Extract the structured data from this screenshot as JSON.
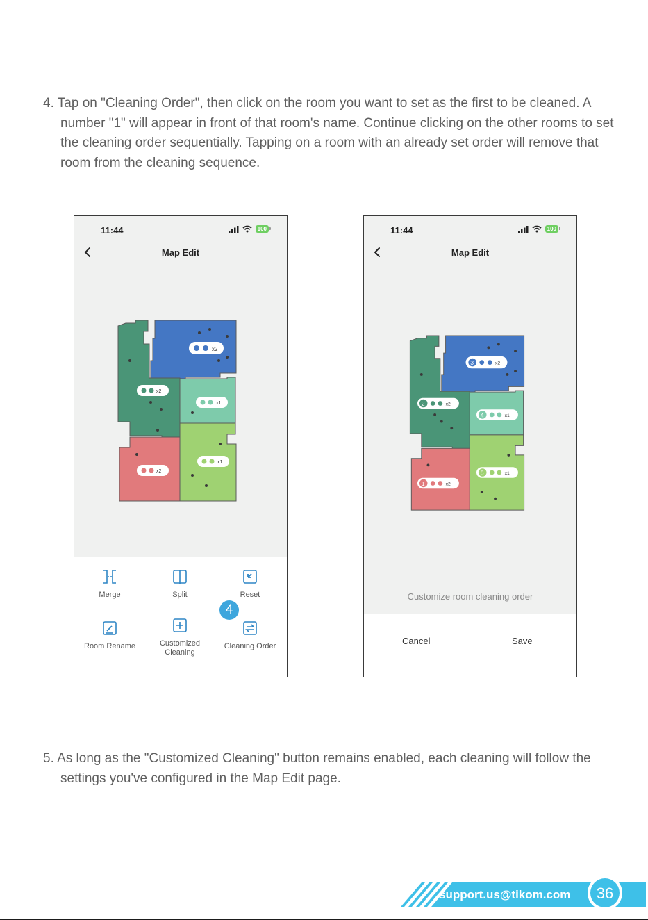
{
  "steps": {
    "step4": "4. Tap on \"Cleaning Order\", then click on the room you want to set as the first to be cleaned. A number \"1\" will appear in front of that room's name. Continue clicking on the other rooms to set the cleaning order sequentially. Tapping on a room with an already set order will remove that room from the cleaning sequence.",
    "step5": "5. As long as the \"Customized Cleaning\" button remains enabled, each cleaning will follow the settings you've configured in the Map Edit page."
  },
  "phone_left": {
    "time": "11:44",
    "battery": "100",
    "title": "Map Edit",
    "tools": [
      {
        "label": "Merge",
        "icon": "merge-icon"
      },
      {
        "label": "Split",
        "icon": "split-icon"
      },
      {
        "label": "Reset",
        "icon": "reset-icon"
      },
      {
        "label": "Room Rename",
        "icon": "rename-icon"
      },
      {
        "label": "Customized Cleaning",
        "icon": "customized-cleaning-icon"
      },
      {
        "label": "Cleaning Order",
        "icon": "cleaning-order-icon"
      }
    ],
    "step_badge": "4",
    "rooms": [
      {
        "color": "#4477c4",
        "times": "x2"
      },
      {
        "color": "#4a9577",
        "times": "x2"
      },
      {
        "color": "#7ecbab",
        "times": "x1"
      },
      {
        "color": "#e17a7c",
        "times": "x2"
      },
      {
        "color": "#9fd272",
        "times": "x1"
      }
    ]
  },
  "phone_right": {
    "time": "11:44",
    "battery": "100",
    "title": "Map Edit",
    "customize_text": "Customize room cleaning order",
    "cancel_label": "Cancel",
    "save_label": "Save",
    "rooms": [
      {
        "order": "3",
        "times": "x2"
      },
      {
        "order": "2",
        "times": "x2"
      },
      {
        "order": "4",
        "times": "x1"
      },
      {
        "order": "1",
        "times": "x2"
      },
      {
        "order": "5",
        "times": "x1"
      }
    ]
  },
  "footer": {
    "email": "support.us@tikom.com",
    "page_number": "36",
    "accent": "#3ec0e8"
  }
}
